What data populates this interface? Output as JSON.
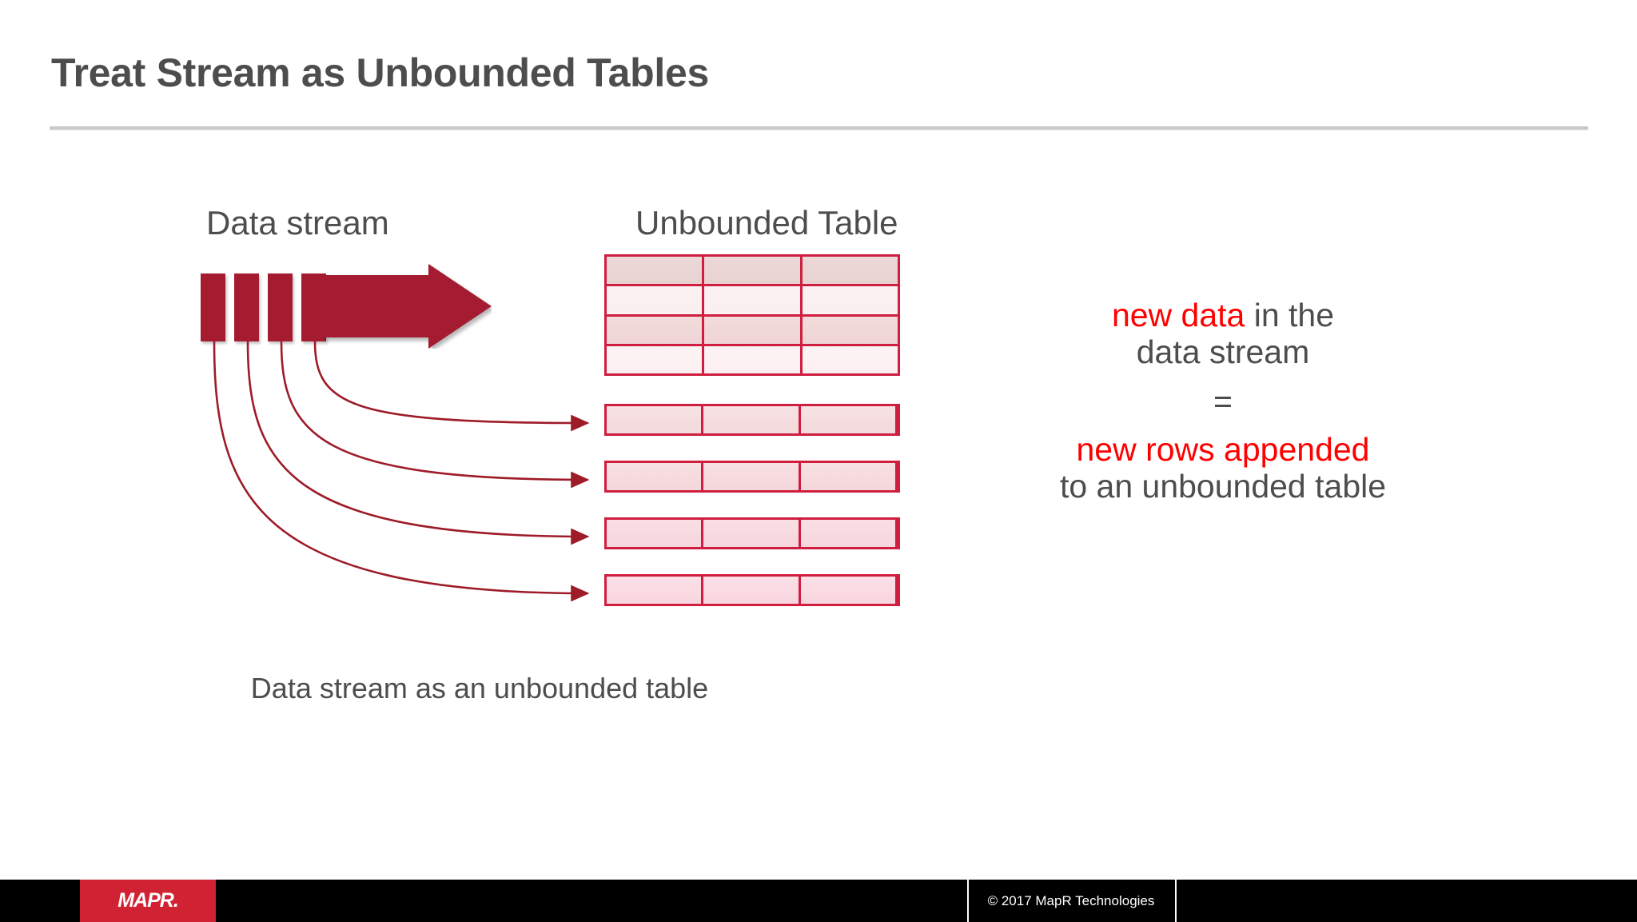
{
  "slide": {
    "title": "Treat Stream as Unbounded Tables",
    "caption": "Data stream as an unbounded table"
  },
  "headings": {
    "data_stream": "Data stream",
    "unbounded_table": "Unbounded Table"
  },
  "equation": {
    "line1_emphasis": "new data",
    "line1_rest": " in the",
    "line2": "data stream",
    "equals": "=",
    "line3_emphasis": "new rows appended",
    "line4": "to an unbounded table"
  },
  "diagram": {
    "stream_bar_count": 4,
    "unbounded_table_rows": 4,
    "unbounded_table_columns": 3,
    "appended_row_count": 4,
    "appended_row_columns": 3,
    "connector_count": 4
  },
  "footer": {
    "logo_text": "MAPR.",
    "copyright": "© 2017 MapR Technologies"
  },
  "colors": {
    "title_gray": "#4d4d4d",
    "accent_red": "#ff0000",
    "brand_crimson": "#d02233",
    "stream_dark_red": "#a51c30",
    "table_border": "#cf1e3f",
    "connector_line": "#9e1b28",
    "footer_black": "#000000",
    "rule_gray": "#c9c9c9"
  }
}
